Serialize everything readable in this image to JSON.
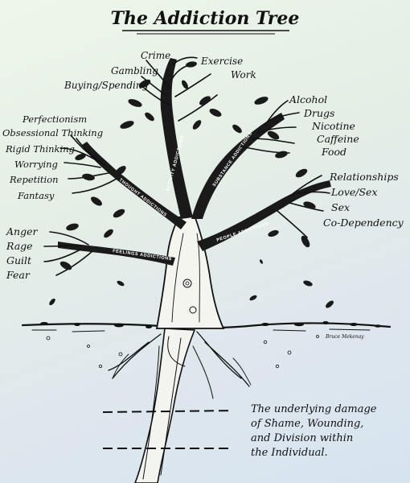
{
  "title": "The Addiction Tree",
  "branches": {
    "activity": "ACTIVITY ADDICTIONS",
    "substance": "SUBSTANCE ADDICTIONS",
    "thought": "THOUGHT ADDICTIONS",
    "people": "PEOPLE ADDICTIONS",
    "feelings": "FEELINGS ADDICTIONS"
  },
  "labels": {
    "crime": "Crime",
    "gambling": "Gambling",
    "buying": "Buying/Spending",
    "exercise": "Exercise",
    "work": "Work",
    "alcohol": "Alcohol",
    "drugs": "Drugs",
    "nicotine": "Nicotine",
    "caffeine": "Caffeine",
    "food": "Food",
    "perfectionism": "Perfectionism",
    "obsessional": "Obsessional Thinking",
    "rigid": "Rigid Thinking",
    "worrying": "Worrying",
    "repetition": "Repetition",
    "fantasy": "Fantasy",
    "relationships": "Relationships",
    "lovesex": "Love/Sex",
    "sex": "Sex",
    "codependency": "Co-Dependency",
    "anger": "Anger",
    "rage": "Rage",
    "guilt": "Guilt",
    "fear": "Fear"
  },
  "caption": {
    "line1": "The underlying damage",
    "line2": "of Shame, Wounding,",
    "line3": "and Division within",
    "line4": "the Individual."
  },
  "signature": "Bruce Mekenay"
}
